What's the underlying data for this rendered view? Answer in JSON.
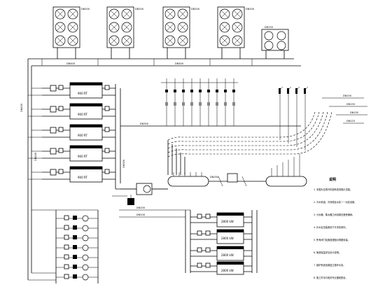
{
  "diagram": {
    "kind": "hvac-water-system-schematic",
    "cooling_towers": [
      {
        "pipe_label": "DN200"
      },
      {
        "pipe_label": "DN200"
      },
      {
        "pipe_label": "DN200"
      },
      {
        "pipe_label": "DN200"
      },
      {
        "pipe_label": "DN150"
      }
    ],
    "chillers": [
      {
        "capacity": "900 RT"
      },
      {
        "capacity": "900 RT"
      },
      {
        "capacity": "900 RT"
      },
      {
        "capacity": "900 RT"
      },
      {
        "capacity": "900 RT"
      }
    ],
    "boilers": [
      {
        "capacity": "2800 kW"
      },
      {
        "capacity": "2800 kW"
      },
      {
        "capacity": "2800 kW"
      },
      {
        "capacity": "2800 kW"
      }
    ],
    "header_labels": [
      "DN400",
      "DN400"
    ],
    "riser_labels": [
      "DN400",
      "DN400",
      "DN300",
      "DN300",
      "DN250",
      "DN200"
    ],
    "branch_labels": [
      "DN150",
      "DN150",
      "DN150",
      "DN125",
      "DN100"
    ],
    "notes_title": "说明",
    "notes_lines": [
      "1. 本图为空调冷热源系统流程示意图。",
      "2. 冷水机组、冷却塔及水泵一一对应设置。",
      "3. 分水器、集水器之间设置压差旁通阀。",
      "4. 补水定压装置设于冷冻机房内。",
      "5. 所有阀门及管道按图示规格安装。",
      "6. 管道保温详见设计说明。",
      "7. 锅炉系统设置独立循环水泵。",
      "8. 施工时请与相关专业图纸配合。"
    ]
  }
}
